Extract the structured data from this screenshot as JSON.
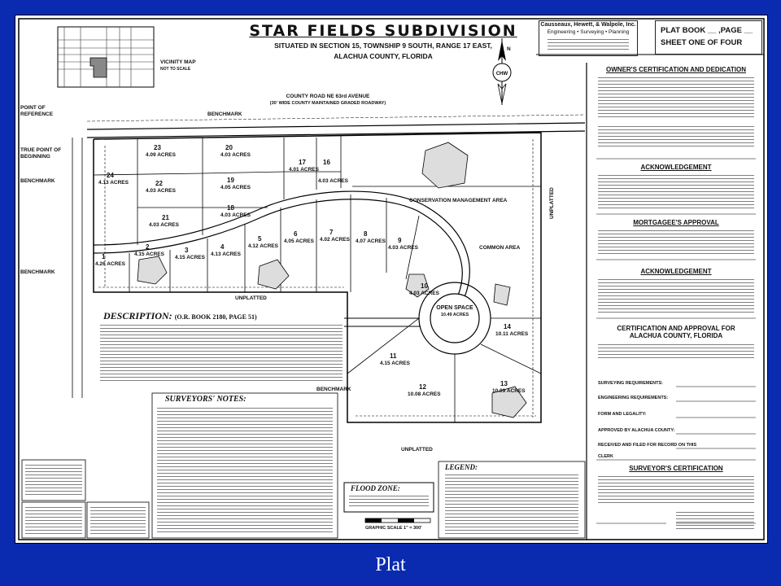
{
  "caption": "Plat",
  "title": {
    "main": "STAR FIELDS SUBDIVISION",
    "line1": "SITUATED IN SECTION 15, TOWNSHIP 9 SOUTH, RANGE 17 EAST,",
    "line2": "ALACHUA COUNTY, FLORIDA"
  },
  "firm": {
    "name": "Causseaux, Hewett, & Walpole, Inc.",
    "services": "Engineering • Surveying • Planning"
  },
  "plat_book": {
    "line1": "PLAT BOOK __ ,PAGE __",
    "line2": "SHEET ONE OF FOUR"
  },
  "map_labels": {
    "vicinity_map": "VICINITY MAP",
    "not_to_scale": "NOT TO SCALE",
    "county_road": "COUNTY ROAD NE 63rd AVENUE",
    "county_road_sub": "(30' WIDE COUNTY MAINTAINED GRADED ROADWAY)",
    "point_of_reference": "POINT OF REFERENCE",
    "true_point": "TRUE POINT OF BEGINNING",
    "benchmark": "BENCHMARK",
    "conservation_area": "CONSERVATION MANAGEMENT AREA",
    "common_area": "COMMON AREA",
    "open_space": "OPEN SPACE",
    "open_space_acres": "10.49 ACRES",
    "unplatted": "UNPLATTED",
    "flood_zone": "FLOOD ZONE:",
    "legend": "LEGEND:",
    "description": "DESCRIPTION:",
    "description_ref": "(O.R. BOOK 2180, PAGE 51)",
    "surveyors_notes": "SURVEYORS' NOTES:",
    "graphic_scale": "GRAPHIC SCALE 1\" = 300'",
    "north": "N"
  },
  "lots": [
    {
      "num": "23",
      "acres": "4.09 ACRES"
    },
    {
      "num": "22",
      "acres": "4.03 ACRES"
    },
    {
      "num": "24",
      "acres": "4.13 ACRES"
    },
    {
      "num": "21",
      "acres": "4.03 ACRES"
    },
    {
      "num": "20",
      "acres": "4.03 ACRES"
    },
    {
      "num": "19",
      "acres": "4.05 ACRES"
    },
    {
      "num": "18",
      "acres": "4.03 ACRES"
    },
    {
      "num": "17",
      "acres": "4.01 ACRES"
    },
    {
      "num": "16",
      "acres": "4.03 ACRES"
    },
    {
      "num": "1",
      "acres": "4.26 ACRES"
    },
    {
      "num": "2",
      "acres": "4.15 ACRES"
    },
    {
      "num": "3",
      "acres": "4.15 ACRES"
    },
    {
      "num": "4",
      "acres": "4.13 ACRES"
    },
    {
      "num": "5",
      "acres": "4.12 ACRES"
    },
    {
      "num": "6",
      "acres": "4.05 ACRES"
    },
    {
      "num": "7",
      "acres": "4.02 ACRES"
    },
    {
      "num": "8",
      "acres": "4.07 ACRES"
    },
    {
      "num": "9",
      "acres": "4.03 ACRES"
    },
    {
      "num": "10",
      "acres": "4.03 ACRES"
    },
    {
      "num": "11",
      "acres": "4.15 ACRES"
    },
    {
      "num": "12",
      "acres": "10.08 ACRES"
    },
    {
      "num": "13",
      "acres": "10.09 ACRES"
    },
    {
      "num": "14",
      "acres": "10.11 ACRES"
    }
  ],
  "certificates": {
    "owner": "OWNER'S CERTIFICATION AND DEDICATION",
    "acknowledgement1": "ACKNOWLEDGEMENT",
    "mortgagee": "MORTGAGEE'S APPROVAL",
    "acknowledgement2": "ACKNOWLEDGEMENT",
    "county_cert": "CERTIFICATION AND APPROVAL FOR",
    "county_cert2": "ALACHUA COUNTY, FLORIDA",
    "surveyor": "SURVEYOR'S CERTIFICATION"
  },
  "approval_rows": [
    "SURVEYING REQUIREMENTS:",
    "ENGINEERING REQUIREMENTS:",
    "FORM AND LEGALITY:",
    "APPROVED BY ALACHUA COUNTY:",
    "RECEIVED AND FILED FOR RECORD ON THIS",
    "CLERK"
  ]
}
